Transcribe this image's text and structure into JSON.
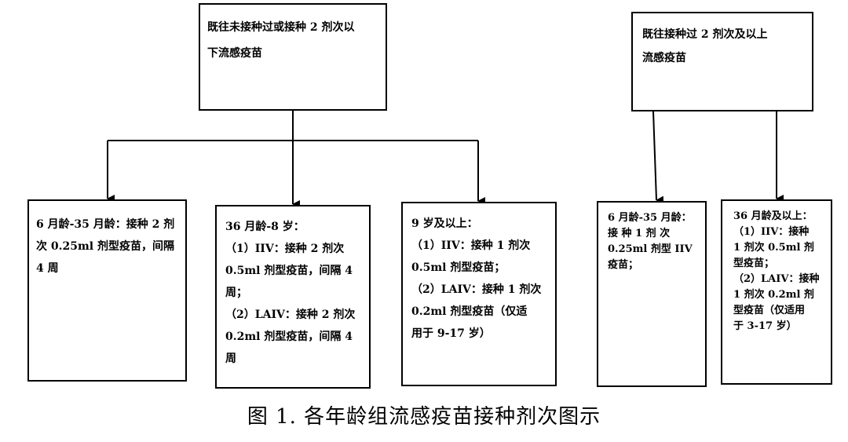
{
  "left_root": {
    "text": "既往未接种过或接种 2 剂次以\n下流感疫苗"
  },
  "right_root": {
    "text": "既往接种过 2 剂次及以上\n流感疫苗"
  },
  "children": {
    "a": {
      "text": "6 月龄-35 月龄：接种 2 剂\n次 0.25ml 剂型疫苗，间隔\n4 周"
    },
    "b": {
      "text": "36 月龄-8 岁：\n（1）IIV：接种 2 剂次\n0.5ml 剂型疫苗，间隔 4\n周；\n（2）LAIV：接种 2 剂次\n0.2ml 剂型疫苗，间隔 4\n周"
    },
    "c": {
      "text": "9 岁及以上：\n（1）IIV：接种 1 剂次\n0.5ml 剂型疫苗；\n（2）LAIV：接种 1 剂次\n0.2ml 剂型疫苗（仅适\n用于 9-17 岁）"
    },
    "d": {
      "text": "6 月龄-35 月龄：\n接 种  1  剂 次\n0.25ml 剂型 IIV\n疫苗；"
    },
    "e": {
      "text": "36 月龄及以上：\n（1）IIV：接种\n1 剂次 0.5ml 剂\n型疫苗；\n（2）LAIV：接种\n1 剂次 0.2ml 剂\n型疫苗（仅适用\n于 3-17 岁）"
    }
  },
  "caption": "图 1. 各年龄组流感疫苗接种剂次图示"
}
